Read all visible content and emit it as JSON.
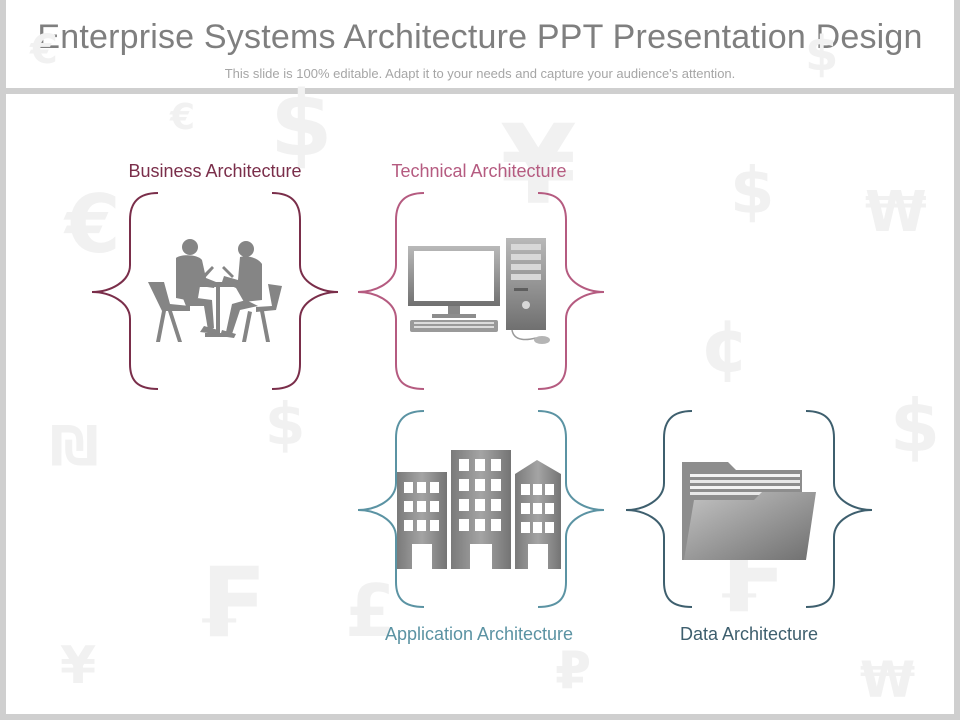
{
  "slide": {
    "title": "Enterprise Systems Architecture PPT Presentation Design",
    "subtitle": "This slide is 100% editable. Adapt it to your needs and capture your audience's attention."
  },
  "colors": {
    "business": "#7a2e4a",
    "technical": "#b55b80",
    "application": "#5b93a3",
    "data": "#3e5f6e",
    "icon_gray": "#8a8a8a"
  },
  "sections": [
    {
      "label": "Business Architecture",
      "icon": "business-meeting-icon"
    },
    {
      "label": "Technical Architecture",
      "icon": "desktop-computer-icon"
    },
    {
      "label": "Application Architecture",
      "icon": "office-buildings-icon"
    },
    {
      "label": "Data Architecture",
      "icon": "file-folder-icon"
    }
  ]
}
